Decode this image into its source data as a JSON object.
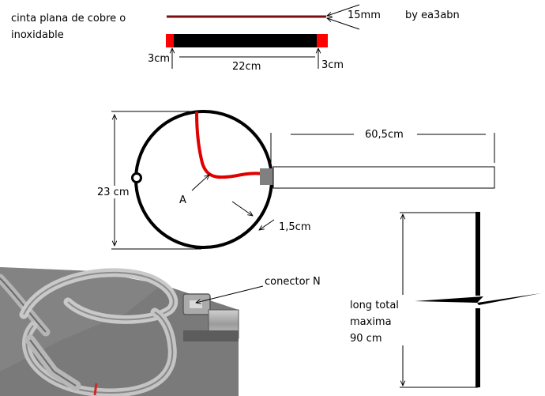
{
  "labels": {
    "strip_description": "cinta plana de cobre o inoxidable",
    "strip_description_line1": "cinta plana de cobre o",
    "strip_description_line2": "inoxidable",
    "thickness": "15mm",
    "author": "by ea3abn",
    "left_end": "3cm",
    "strip_middle": "22cm",
    "right_end": "3cm",
    "boom_length": "60,5cm",
    "loop_diameter": "23 cm",
    "point_a": "A",
    "gap": "1,5cm",
    "connector": "conector N",
    "total_length_line1": "long total",
    "total_length_line2": "maxima",
    "total_length_line3": "90 cm"
  },
  "colors": {
    "copper": "#7a0f0f",
    "strip_body": "#000000",
    "strip_ends": "#ff0000",
    "feed_line": "#e00000",
    "connector_block": "#808080",
    "photo_background": "#7a7a7a"
  },
  "icons": {
    "photo": "antenna-photo"
  }
}
